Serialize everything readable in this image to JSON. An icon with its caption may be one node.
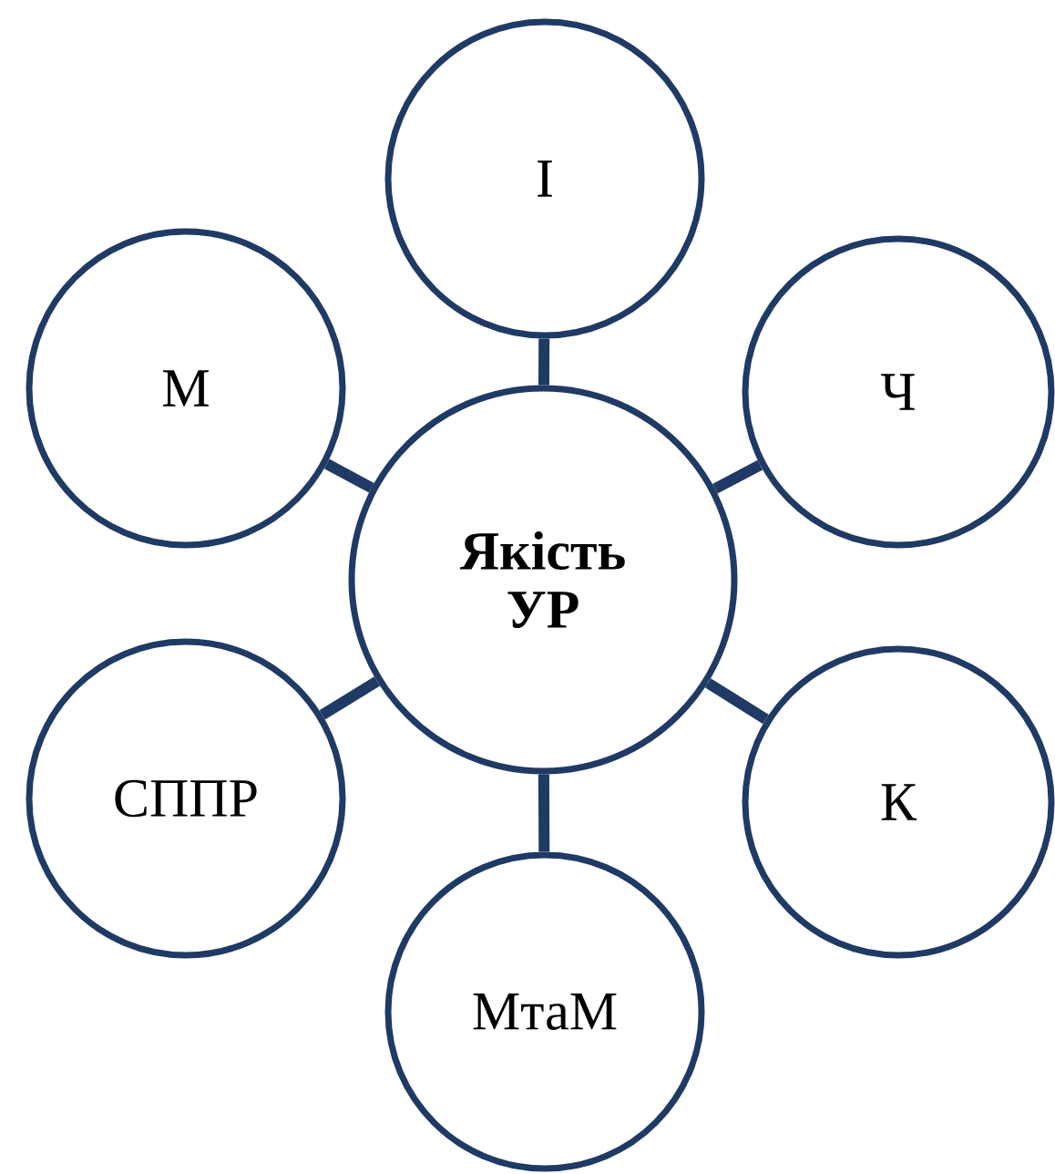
{
  "diagram": {
    "nodes": [
      {
        "text": [
          "І"
        ]
      },
      {
        "text": [
          "М"
        ]
      },
      {
        "text": [
          "Ч"
        ]
      },
      {
        "text": [
          "Якість УР"
        ]
      },
      {
        "text": [
          "СППР"
        ]
      },
      {
        "text": [
          "К"
        ]
      },
      {
        "text": [
          "МтаМ"
        ]
      }
    ],
    "edges": [
      {
        "from": 3,
        "to": 0,
        "arrow": "none"
      },
      {
        "from": 3,
        "to": 2,
        "arrow": "none"
      },
      {
        "from": 3,
        "to": 5,
        "arrow": "none"
      },
      {
        "from": 3,
        "to": 6,
        "arrow": "none"
      },
      {
        "from": 3,
        "to": 4,
        "arrow": "none"
      },
      {
        "from": 3,
        "to": 1,
        "arrow": "none"
      }
    ]
  }
}
